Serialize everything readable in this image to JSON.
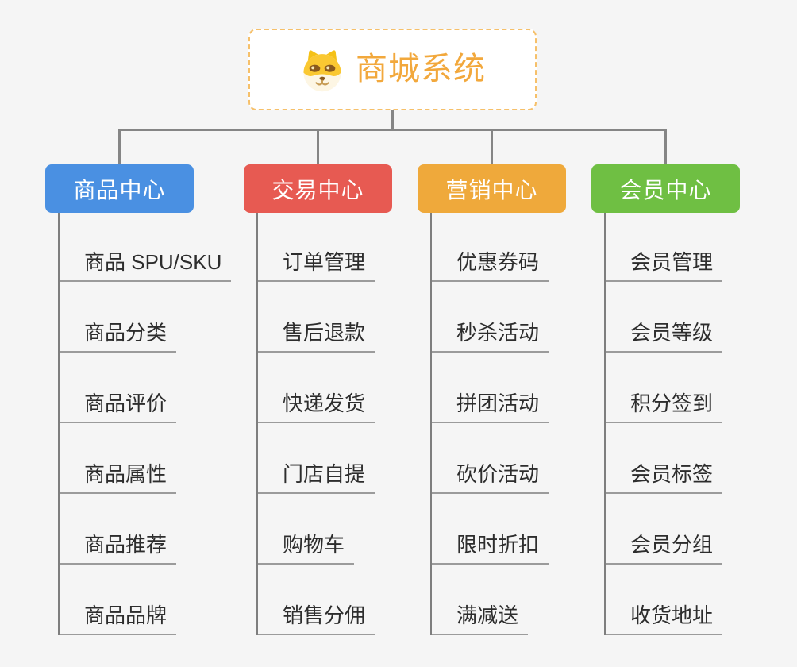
{
  "root": {
    "title": "商城系统",
    "title_color": "#f2a83c",
    "border_color": "#f6c06a",
    "icon": "doge-face-icon"
  },
  "branches": [
    {
      "label": "商品中心",
      "color": "#4a90e2",
      "items": [
        "商品 SPU/SKU",
        "商品分类",
        "商品评价",
        "商品属性",
        "商品推荐",
        "商品品牌"
      ]
    },
    {
      "label": "交易中心",
      "color": "#e75a52",
      "items": [
        "订单管理",
        "售后退款",
        "快递发货",
        "门店自提",
        "购物车",
        "销售分佣"
      ]
    },
    {
      "label": "营销中心",
      "color": "#efa93b",
      "items": [
        "优惠券码",
        "秒杀活动",
        "拼团活动",
        "砍价活动",
        "限时折扣",
        "满减送"
      ]
    },
    {
      "label": "会员中心",
      "color": "#6fbf43",
      "items": [
        "会员管理",
        "会员等级",
        "积分签到",
        "会员标签",
        "会员分组",
        "收货地址"
      ]
    }
  ],
  "colors": {
    "background": "#f5f5f5",
    "connector_line": "#858585",
    "item_underline": "#9b9b9b",
    "item_text": "#2d2d2d"
  }
}
